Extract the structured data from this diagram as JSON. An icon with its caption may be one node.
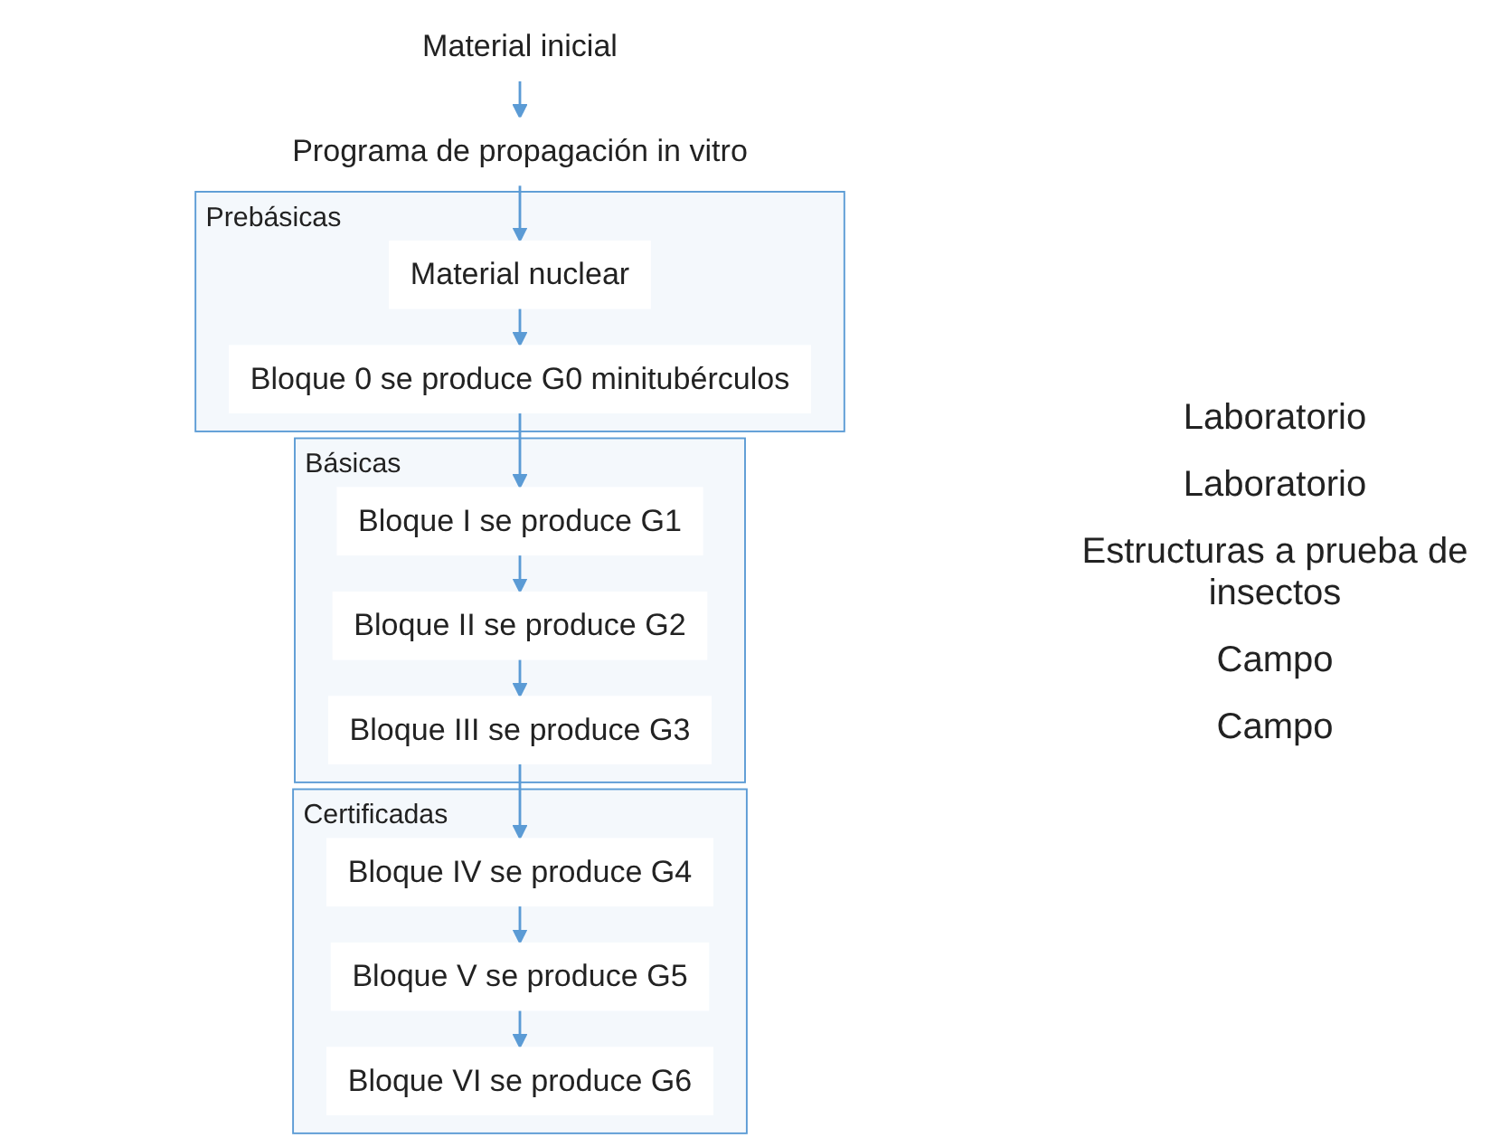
{
  "diagram": {
    "nodes": [
      {
        "text": [
          "Material inicial"
        ]
      },
      {
        "text": [
          "Programa de propagación in vitro"
        ]
      },
      {
        "text": [
          "Prebásicas"
        ]
      },
      {
        "text": [
          "Material nuclear"
        ],
        "in": 2
      },
      {
        "text": [
          "Bloque 0 se produce G0 minitubérculos"
        ],
        "in": 2
      },
      {
        "text": [
          "Básicas"
        ]
      },
      {
        "text": [
          "Bloque I se produce G1"
        ],
        "in": 5
      },
      {
        "text": [
          "Bloque II se produce G2"
        ],
        "in": 5
      },
      {
        "text": [
          "Bloque III se produce G3"
        ],
        "in": 5
      },
      {
        "text": [
          "Certificadas"
        ]
      },
      {
        "text": [
          "Bloque IV se produce G4"
        ],
        "in": 9
      },
      {
        "text": [
          "Bloque V se produce G5"
        ],
        "in": 9
      },
      {
        "text": [
          "Bloque VI se produce G6"
        ],
        "in": 9
      }
    ],
    "edges": [
      {
        "from": 0,
        "to": 1,
        "arrow": "to"
      },
      {
        "from": 1,
        "to": 3,
        "arrow": "to"
      },
      {
        "from": 3,
        "to": 4,
        "arrow": "to"
      },
      {
        "from": 4,
        "to": 6,
        "arrow": "to"
      },
      {
        "from": 6,
        "to": 7,
        "arrow": "to"
      },
      {
        "from": 7,
        "to": 8,
        "arrow": "to"
      },
      {
        "from": 8,
        "to": 10,
        "arrow": "to"
      },
      {
        "from": 10,
        "to": 11,
        "arrow": "to"
      },
      {
        "from": 11,
        "to": 12,
        "arrow": "to"
      }
    ],
    "labels": [
      "Laboratorio",
      "Laboratorio",
      "Estructuras a prueba de insectos",
      "Campo",
      "Campo"
    ]
  }
}
